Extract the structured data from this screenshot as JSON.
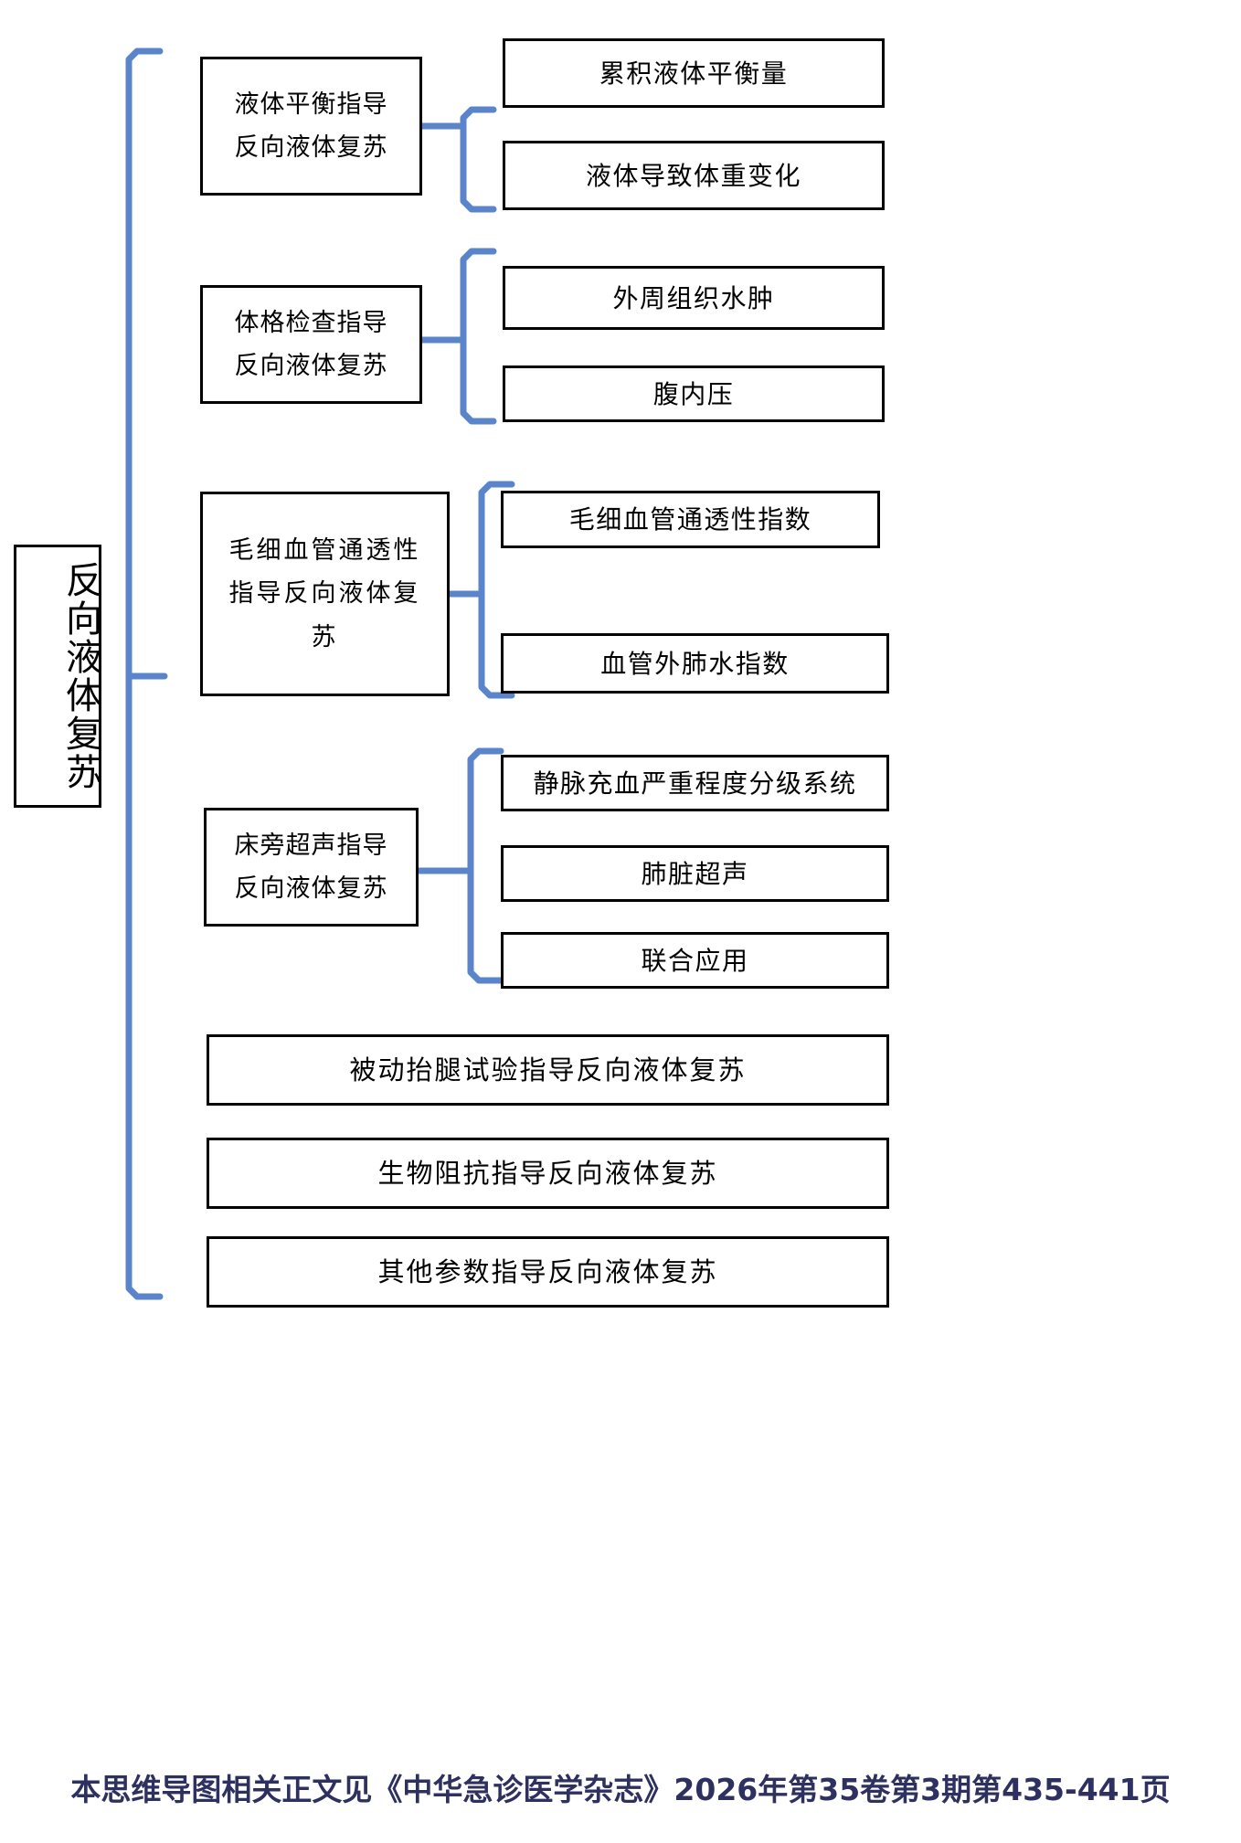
{
  "diagram": {
    "title": "反向液体复苏",
    "accent_color": "#5b85ca",
    "box_border_color": "#000000",
    "footer_color": "#2e3060",
    "background": "#ffffff"
  },
  "root": {
    "label": "反向液体复苏"
  },
  "branches": [
    {
      "id": "fluid-balance",
      "label": "液体平衡指导\n反向液体复苏",
      "leaves": [
        {
          "id": "cumulative-fluid-balance",
          "label": "累积液体平衡量"
        },
        {
          "id": "fluid-induced-weight-change",
          "label": "液体导致体重变化"
        }
      ]
    },
    {
      "id": "physical-exam",
      "label": "体格检查指导\n反向液体复苏",
      "leaves": [
        {
          "id": "peripheral-tissue-edema",
          "label": "外周组织水肿"
        },
        {
          "id": "intra-abdominal-pressure",
          "label": "腹内压"
        }
      ]
    },
    {
      "id": "capillary-permeability",
      "label": "毛细血管通透性\n指导反向液体复\n苏",
      "leaves": [
        {
          "id": "capillary-permeability-index",
          "label": "毛细血管通透性指数"
        },
        {
          "id": "extravascular-lung-water-index",
          "label": "血管外肺水指数"
        }
      ]
    },
    {
      "id": "bedside-ultrasound",
      "label": "床旁超声指导\n反向液体复苏",
      "leaves": [
        {
          "id": "venous-congestion-grading",
          "label": "静脉充血严重程度分级系统"
        },
        {
          "id": "lung-ultrasound",
          "label": "肺脏超声"
        },
        {
          "id": "combined-application",
          "label": "联合应用"
        }
      ]
    },
    {
      "id": "passive-leg-raise",
      "label": "被动抬腿试验指导反向液体复苏",
      "leaves": []
    },
    {
      "id": "bioimpedance",
      "label": "生物阻抗指导反向液体复苏",
      "leaves": []
    },
    {
      "id": "other-parameters",
      "label": "其他参数指导反向液体复苏",
      "leaves": []
    }
  ],
  "footer": {
    "text": "本思维导图相关正文见《中华急诊医学杂志》2026年第35卷第3期第435-441页"
  }
}
